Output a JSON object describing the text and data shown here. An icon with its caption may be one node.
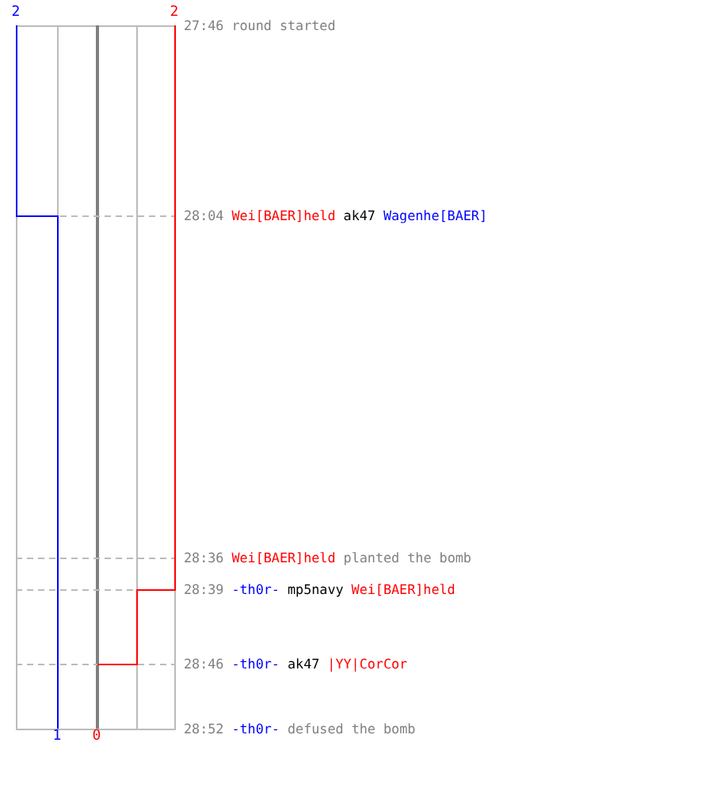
{
  "diagram": {
    "labels": [
      "2",
      "2",
      "27:46",
      "round started",
      "28:04",
      "Wei[BAER]held",
      "ak47",
      "Wagenhe[BAER]",
      "28:36",
      "Wei[BAER]held",
      "planted the bomb",
      "28:39",
      "-th0r-",
      "mp5navy",
      "Wei[BAER]held",
      "28:46",
      "-th0r-",
      "ak47",
      "|YY|CorCor",
      "28:52",
      "-th0r-",
      "defused the bomb",
      "1",
      "0"
    ]
  }
}
